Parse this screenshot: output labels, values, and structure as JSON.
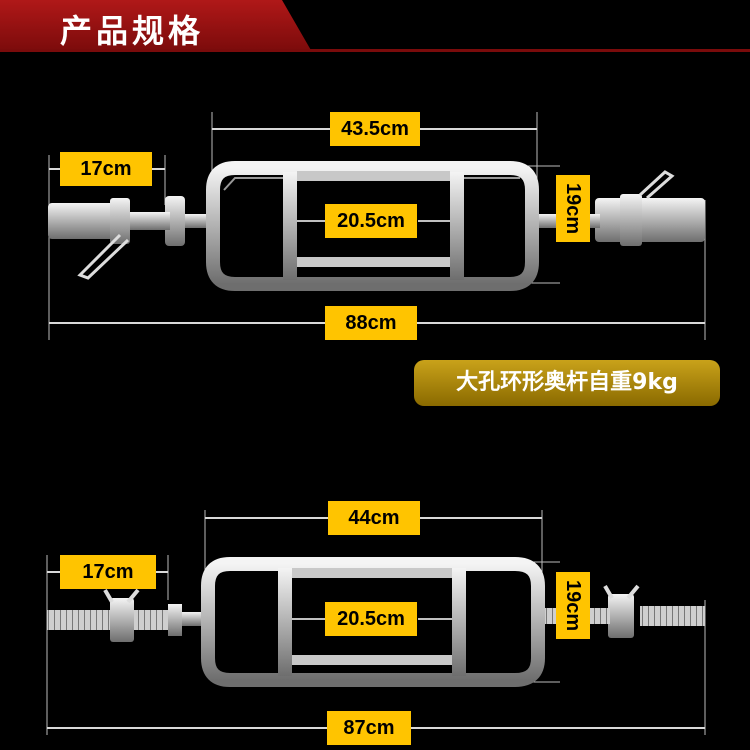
{
  "header": {
    "title": "产品规格"
  },
  "bar1": {
    "total_length": "88cm",
    "handle_width": "43.5cm",
    "sleeve_length": "17cm",
    "inner_width": "20.5cm",
    "height": "19cm"
  },
  "weight_label": "大孔环形奥杆自重9kg",
  "bar2": {
    "total_length": "87cm",
    "handle_width": "44cm",
    "sleeve_length": "17cm",
    "inner_width": "20.5cm",
    "height": "19cm"
  },
  "colors": {
    "banner": "#b01818",
    "label": "#ffc400",
    "pill": "#c9a21a"
  }
}
